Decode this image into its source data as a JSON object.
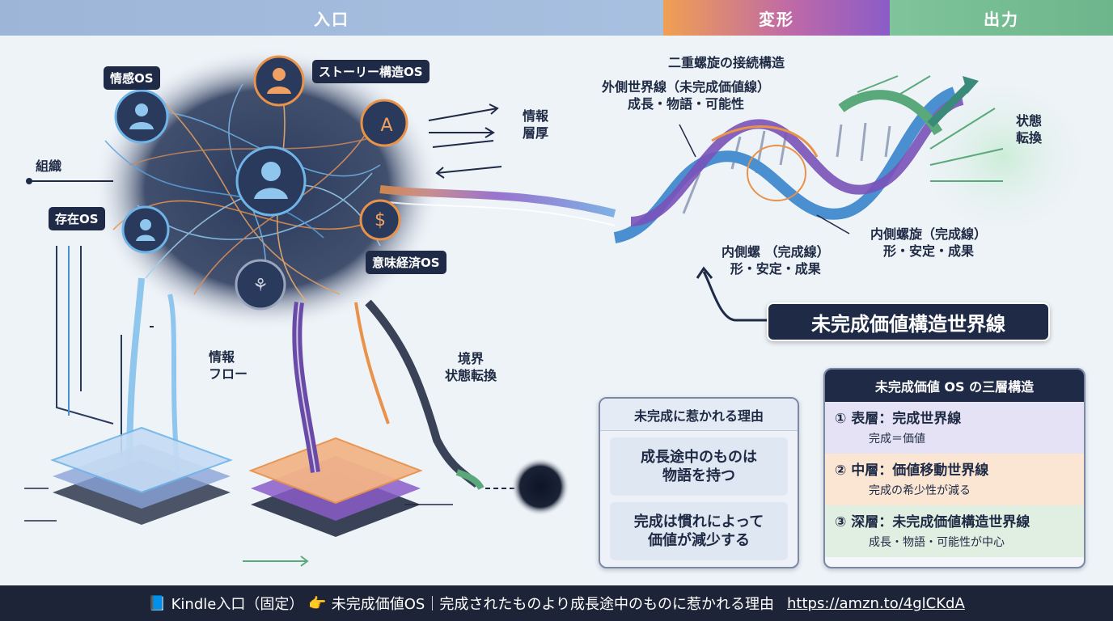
{
  "header": {
    "stages": [
      "入口",
      "変形",
      "出力"
    ]
  },
  "nodes": {
    "emotion_os": "情感OS",
    "story_os": "ストーリー構造OS",
    "organization": "組織",
    "existence_os": "存在OS",
    "meaning_economy_os": "意味経済OS"
  },
  "labels": {
    "info_thick_1": "情報",
    "info_thick_2": "層厚",
    "info_flow_1": "情報",
    "info_flow_2": "フロー",
    "boundary_1": "境界",
    "boundary_2": "状態転換",
    "helix_title": "二重螺旋の接続構造",
    "outer_1": "外側世界線（未完成価値線）",
    "outer_2": "成長・物語・可能性",
    "state_1": "状態",
    "state_2": "転換",
    "inner_a_1": "内側螺旋（完成線）",
    "inner_a_2": "形・安定・成果",
    "inner_b_1": "内側螺 （完成線）",
    "inner_b_2": "形・安定・成果",
    "callout": "未完成価値構造世界線"
  },
  "reasons_panel": {
    "title": "未完成に惹かれる理由",
    "items": [
      {
        "l1": "成長途中のものは",
        "l2": "物語を持つ"
      },
      {
        "l1": "完成は慣れによって",
        "l2": "価値が減少する"
      }
    ]
  },
  "layers_panel": {
    "title": "未完成価値 OS の三層構造",
    "layers": [
      {
        "title": "① 表層：完成世界線",
        "sub": "完成＝価値"
      },
      {
        "title": "② 中層：価値移動世界線",
        "sub": "完成の希少性が減る"
      },
      {
        "title": "③ 深層：未完成価値構造世界線",
        "sub": "成長・物語・可能性が中心"
      }
    ]
  },
  "footer": {
    "book_icon": "📘",
    "kindle": "Kindle入口（固定）",
    "hand_icon": "👉",
    "text": "未完成価値OS｜完成されたものより成長途中のものに惹かれる理由",
    "url": "https://amzn.to/4glCKdA"
  },
  "colors": {
    "navy": "#1f2b46",
    "blue": "#4a8fd0",
    "orange": "#e8924a",
    "purple": "#7a52b8",
    "green": "#5aa97a"
  }
}
